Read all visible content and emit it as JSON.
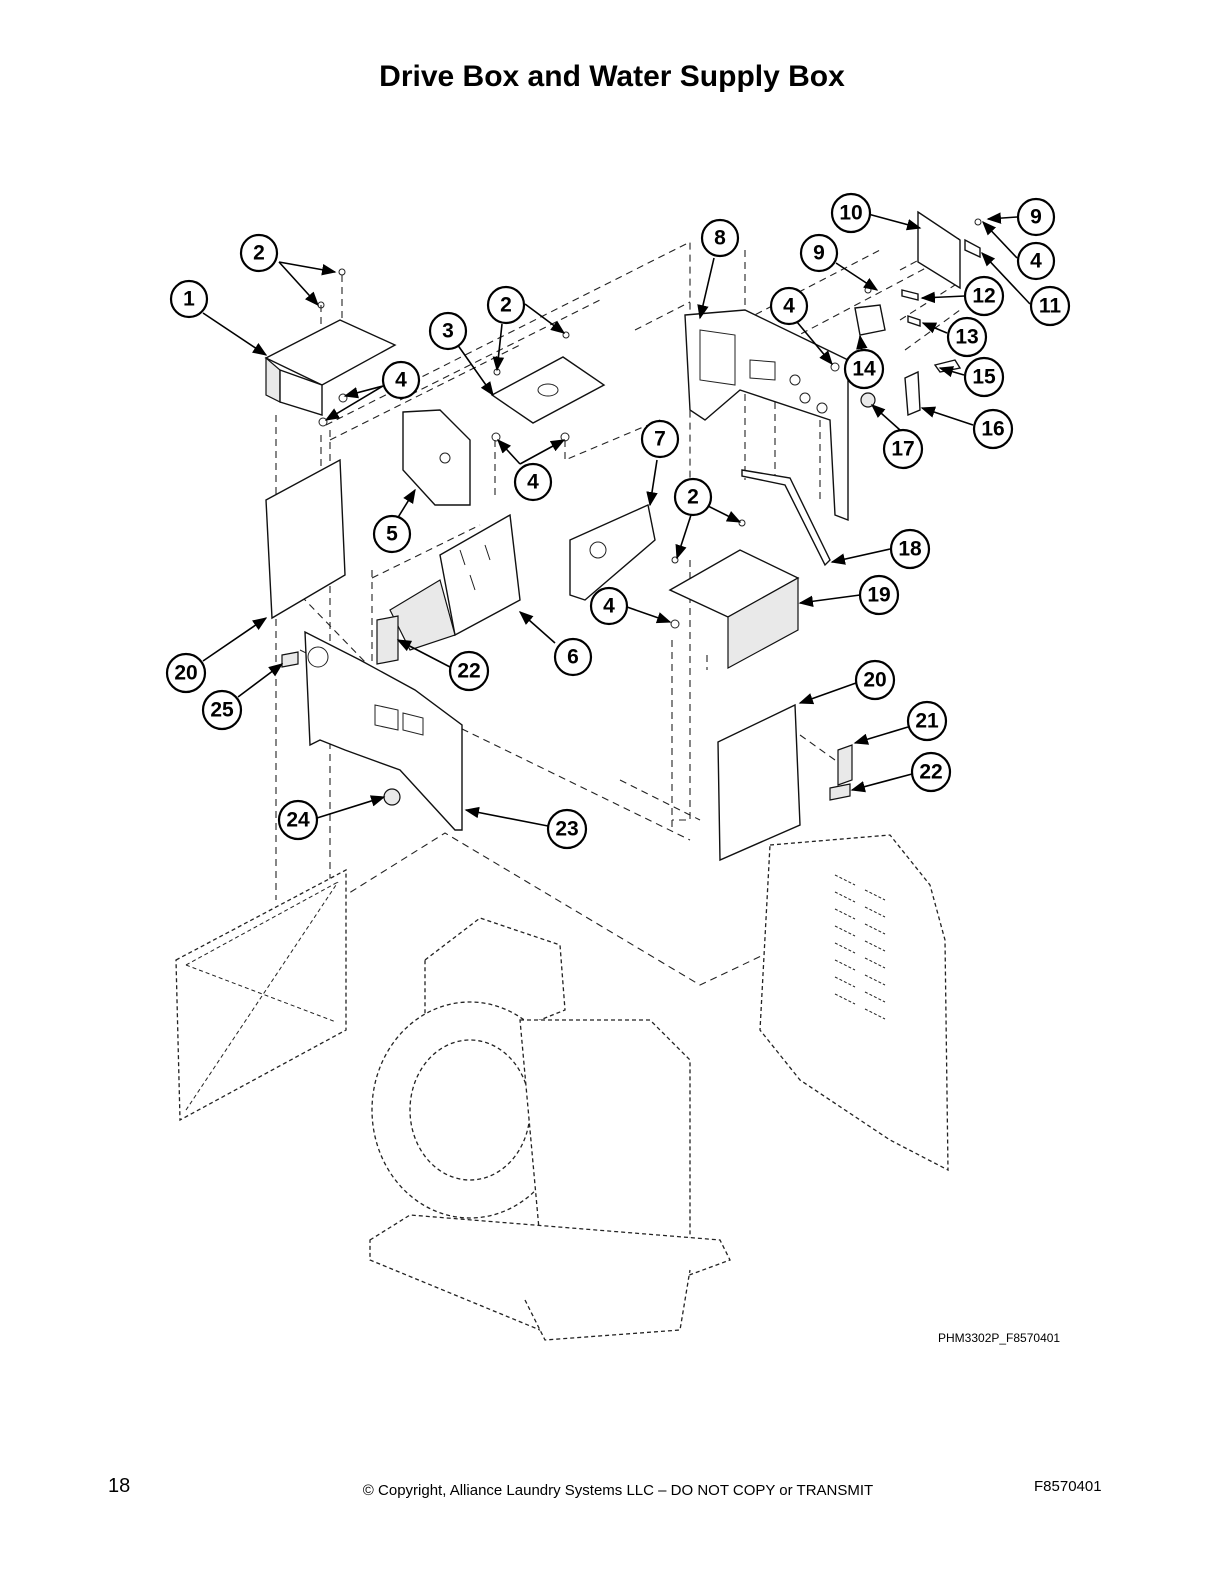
{
  "title": "Drive Box and Water Supply Box",
  "drawing_id": "PHM3302P_F8570401",
  "footer": {
    "page_number": "18",
    "copyright": "© Copyright, Alliance Laundry Systems LLC – DO NOT COPY or TRANSMIT",
    "doc_number": "F8570401"
  },
  "callouts": [
    {
      "id": "c1",
      "label": "1"
    },
    {
      "id": "c2a",
      "label": "2"
    },
    {
      "id": "c2b",
      "label": "2"
    },
    {
      "id": "c2c",
      "label": "2"
    },
    {
      "id": "c3",
      "label": "3"
    },
    {
      "id": "c4a",
      "label": "4"
    },
    {
      "id": "c4b",
      "label": "4"
    },
    {
      "id": "c4c",
      "label": "4"
    },
    {
      "id": "c4d",
      "label": "4"
    },
    {
      "id": "c4e",
      "label": "4"
    },
    {
      "id": "c5",
      "label": "5"
    },
    {
      "id": "c6",
      "label": "6"
    },
    {
      "id": "c7",
      "label": "7"
    },
    {
      "id": "c8",
      "label": "8"
    },
    {
      "id": "c9a",
      "label": "9"
    },
    {
      "id": "c9b",
      "label": "9"
    },
    {
      "id": "c10",
      "label": "10"
    },
    {
      "id": "c11",
      "label": "11"
    },
    {
      "id": "c12",
      "label": "12"
    },
    {
      "id": "c13",
      "label": "13"
    },
    {
      "id": "c14",
      "label": "14"
    },
    {
      "id": "c15",
      "label": "15"
    },
    {
      "id": "c16",
      "label": "16"
    },
    {
      "id": "c17",
      "label": "17"
    },
    {
      "id": "c18",
      "label": "18"
    },
    {
      "id": "c19",
      "label": "19"
    },
    {
      "id": "c20a",
      "label": "20"
    },
    {
      "id": "c20b",
      "label": "20"
    },
    {
      "id": "c21",
      "label": "21"
    },
    {
      "id": "c22a",
      "label": "22"
    },
    {
      "id": "c22b",
      "label": "22"
    },
    {
      "id": "c23",
      "label": "23"
    },
    {
      "id": "c24",
      "label": "24"
    },
    {
      "id": "c25",
      "label": "25"
    }
  ]
}
